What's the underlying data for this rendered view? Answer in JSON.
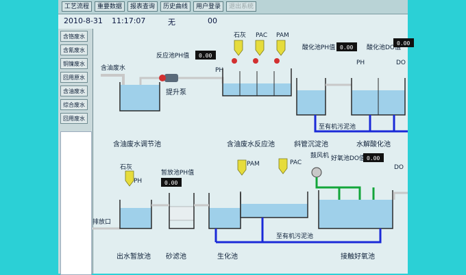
{
  "menu": {
    "items": [
      "工艺流程",
      "重要数据",
      "报表查询",
      "历史曲线",
      "用户登录",
      "退出系统"
    ]
  },
  "status": {
    "date": "2010-8-31",
    "time": "11:17:07",
    "alarm": "无",
    "code": "00"
  },
  "sidebar": {
    "items": [
      "含铬废水",
      "含氰废水",
      "铜镍废水",
      "回用原水",
      "含油废水",
      "综合废水",
      "回用废水"
    ]
  },
  "diagram": {
    "labels": {
      "oil_inlet": "含油废水",
      "reaction_ph": "反应池PH值",
      "lift_pump": "提升泵",
      "lime1": "石灰",
      "pac1": "PAC",
      "pam1": "PAM",
      "ph1": "PH",
      "acid_ph": "酸化池PH值",
      "acid_do": "酸化池DO值",
      "ph2": "PH",
      "do1": "DO",
      "to_sludge1": "至有机污泥池",
      "tank_adjust": "含油废水调节池",
      "tank_reaction": "含油废水反应池",
      "tank_settle": "斜管沉淀池",
      "tank_hydrolysis": "水解酸化池",
      "lime2": "石灰",
      "ph3": "PH",
      "temp_ph": "暂放池PH值",
      "pam2": "PAM",
      "pac2": "PAC",
      "blower": "鼓风机",
      "aerobic_do": "好氧池DO值",
      "do2": "DO",
      "discharge": "排放口",
      "to_sludge2": "至有机污泥池",
      "tank_temp": "出水暂放池",
      "tank_sand": "砂滤池",
      "tank_bio": "生化池",
      "tank_aerobic": "接触好氧池"
    },
    "values": {
      "reaction_ph": "0.00",
      "acid_ph": "0.00",
      "acid_do": "0.00",
      "temp_ph": "0.00",
      "aerobic_do": "0.00"
    }
  }
}
